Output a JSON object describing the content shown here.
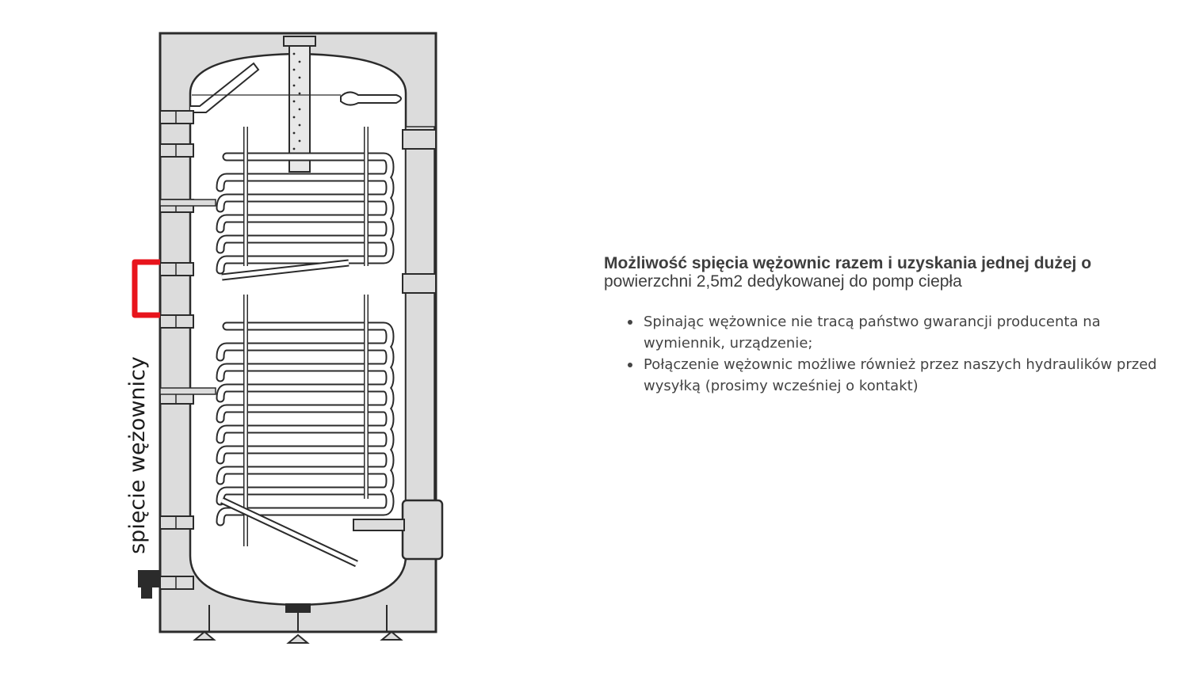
{
  "diagram": {
    "rotated_label": "spięcie wężownicy",
    "colors": {
      "outline": "#2b2b2b",
      "fill": "#dcdcdc",
      "inner": "#ffffff",
      "highlight": "#e8141c"
    }
  },
  "content": {
    "heading_bold": "Możliwość spięcia wężownic razem i uzyskania jednej dużej o",
    "heading_rest": "powierzchni 2,5m2 dedykowanej do pomp ciepła",
    "bullets": [
      "Spinając wężownice nie tracą państwo gwarancji producenta na wymiennik, urządzenie;",
      "Połączenie wężownic możliwe również przez naszych hydraulików przed wysyłką (prosimy wcześniej o kontakt)"
    ]
  }
}
